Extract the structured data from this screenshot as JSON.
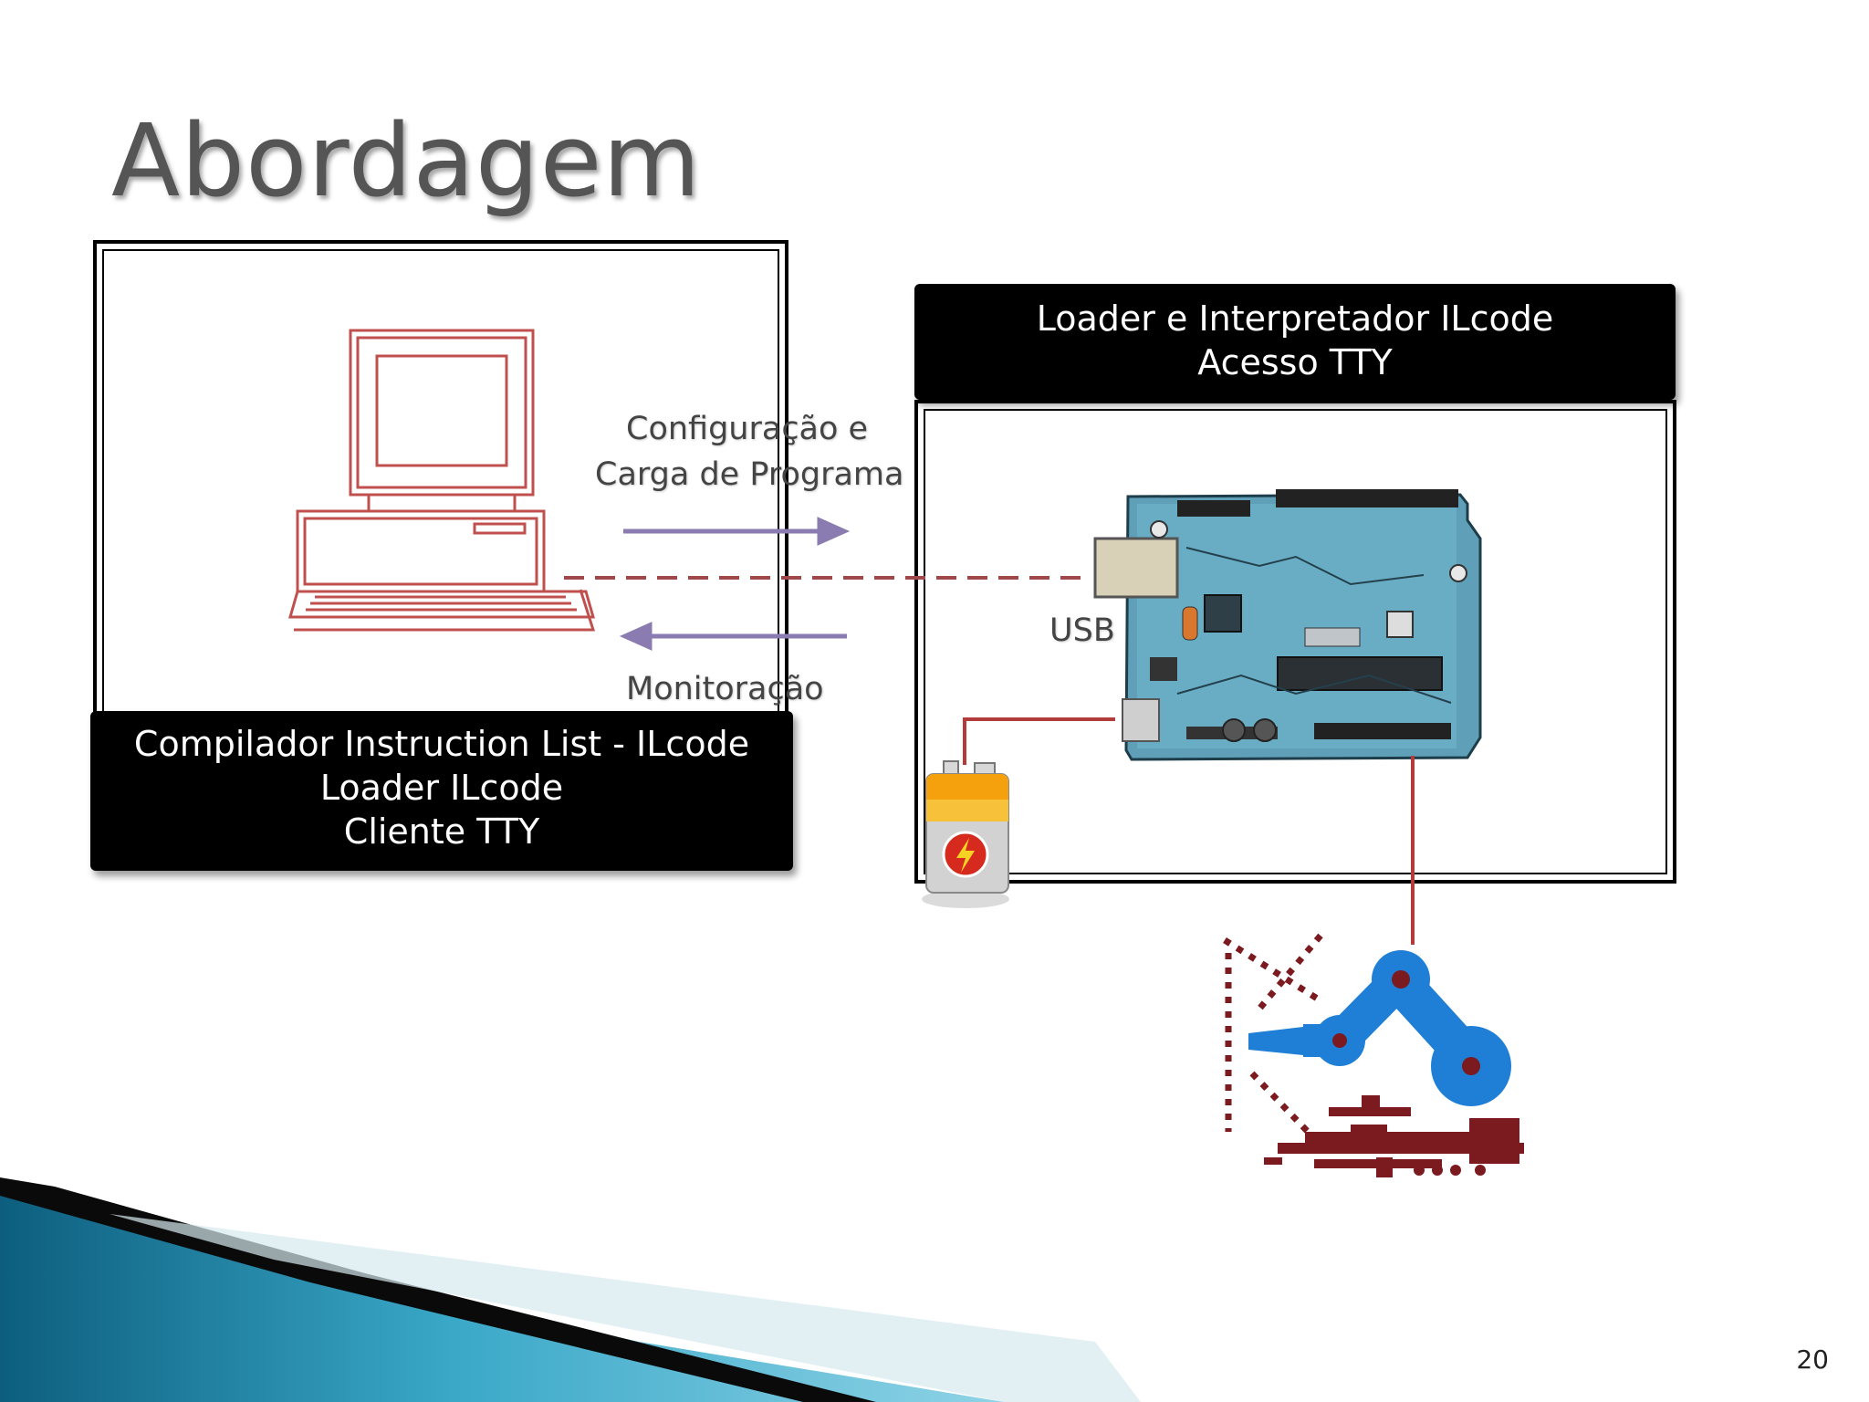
{
  "slide": {
    "title": "Abordagem",
    "page_number": "20"
  },
  "left_box": {
    "lines": [
      "Compilador Instruction List - ILcode",
      "Loader ILcode",
      "Cliente TTY"
    ]
  },
  "right_box": {
    "lines": [
      "Loader e Interpretador ILcode",
      "Acesso TTY"
    ]
  },
  "connections": {
    "config_label_line1": "Configuração e",
    "config_label_line2": "Carga de Programa",
    "monitor_label": "Monitoração",
    "usb_label": "USB"
  },
  "icons": [
    "computer-icon",
    "arduino-board-image",
    "battery-icon",
    "robot-arm-icon"
  ],
  "colors": {
    "outline_red": "#c0504d",
    "dark_red": "#7b1a1f",
    "arrow_purple": "#8a7bb0",
    "robot_blue": "#1f7fd6",
    "accent_teal": "#1a7fa8"
  }
}
